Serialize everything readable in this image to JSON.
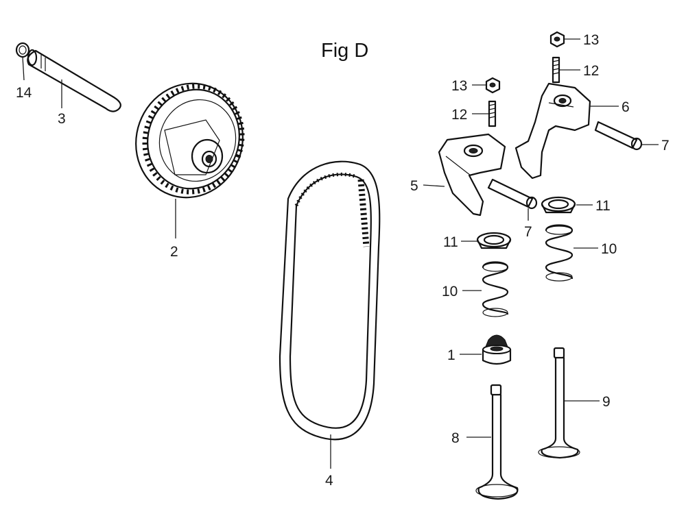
{
  "title": "Fig D",
  "callouts": {
    "c14": "14",
    "c3": "3",
    "c2": "2",
    "c4": "4",
    "c13a": "13",
    "c12a": "12",
    "c6": "6",
    "c7a": "7",
    "c13b": "13",
    "c12b": "12",
    "c5": "5",
    "c7b": "7",
    "c11a": "11",
    "c11b": "11",
    "c10a": "10",
    "c10b": "10",
    "c1": "1",
    "c9": "9",
    "c8": "8"
  }
}
